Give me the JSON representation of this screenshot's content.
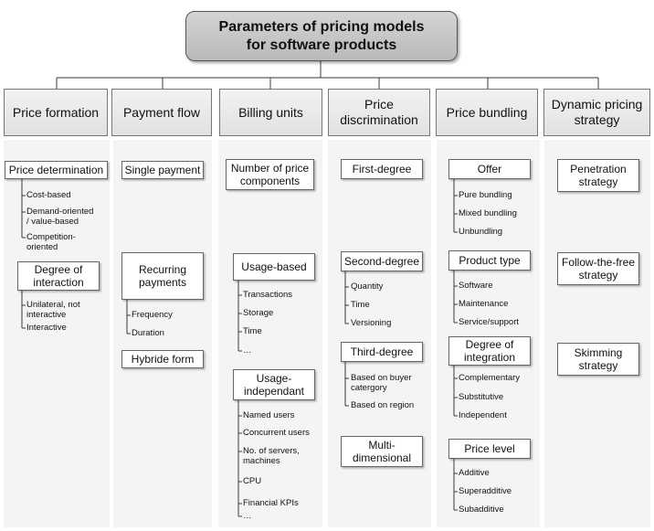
{
  "title": {
    "line1": "Parameters of pricing models",
    "line2": "for software products"
  },
  "headers": {
    "price_formation": [
      "Price formation"
    ],
    "payment_flow": [
      "Payment flow"
    ],
    "billing_units": [
      "Billing units"
    ],
    "price_discrimination": [
      "Price",
      "discrimination"
    ],
    "price_bundling": [
      "Price bundling"
    ],
    "dynamic_pricing": [
      "Dynamic pricing",
      "strategy"
    ]
  },
  "price_formation": {
    "price_determination": [
      "Price determination"
    ],
    "price_determination_items": [
      [
        "Cost-based"
      ],
      [
        "Demand-oriented",
        "/ value-based"
      ],
      [
        "Competition-",
        "oriented"
      ]
    ],
    "degree_of_interaction": [
      "Degree of",
      "interaction"
    ],
    "degree_of_interaction_items": [
      [
        "Unilateral, not",
        "interactive"
      ],
      [
        "Interactive"
      ]
    ]
  },
  "payment_flow": {
    "single_payment": [
      "Single payment"
    ],
    "recurring_payments": [
      "Recurring",
      "payments"
    ],
    "recurring_items": [
      [
        "Frequency"
      ],
      [
        "Duration"
      ]
    ],
    "hybride_form": [
      "Hybride form"
    ]
  },
  "billing_units": {
    "number_of_price_components": [
      "Number of price",
      "components"
    ],
    "usage_based": [
      "Usage-based"
    ],
    "usage_based_items": [
      [
        "Transactions"
      ],
      [
        "Storage"
      ],
      [
        "Time"
      ],
      [
        "…"
      ]
    ],
    "usage_independant": [
      "Usage-",
      "independant"
    ],
    "usage_independant_items": [
      [
        "Named users"
      ],
      [
        "Concurrent users"
      ],
      [
        "No. of servers,",
        "machines"
      ],
      [
        "CPU"
      ],
      [
        "Financial KPIs"
      ],
      [
        "…"
      ]
    ]
  },
  "price_discrimination": {
    "first_degree": [
      "First-degree"
    ],
    "second_degree": [
      "Second-degree"
    ],
    "second_degree_items": [
      [
        "Quantity"
      ],
      [
        "Time"
      ],
      [
        "Versioning"
      ]
    ],
    "third_degree": [
      "Third-degree"
    ],
    "third_degree_items": [
      [
        "Based on buyer",
        "catergory"
      ],
      [
        "Based on region"
      ]
    ],
    "multi_dimensional": [
      "Multi-",
      "dimensional"
    ]
  },
  "price_bundling": {
    "offer": [
      "Offer"
    ],
    "offer_items": [
      [
        "Pure bundling"
      ],
      [
        "Mixed bundling"
      ],
      [
        "Unbundling"
      ]
    ],
    "product_type": [
      "Product type"
    ],
    "product_type_items": [
      [
        "Software"
      ],
      [
        "Maintenance"
      ],
      [
        "Service/support"
      ]
    ],
    "degree_of_integration": [
      "Degree of",
      "integration"
    ],
    "degree_of_integration_items": [
      [
        "Complementary"
      ],
      [
        "Substitutive"
      ],
      [
        "Independent"
      ]
    ],
    "price_level": [
      "Price level"
    ],
    "price_level_items": [
      [
        "Additive"
      ],
      [
        "Superadditive"
      ],
      [
        "Subadditive"
      ]
    ]
  },
  "dynamic_pricing": {
    "penetration": [
      "Penetration",
      "strategy"
    ],
    "follow_the_free": [
      "Follow-the-free",
      "strategy"
    ],
    "skimming": [
      "Skimming",
      "strategy"
    ]
  }
}
